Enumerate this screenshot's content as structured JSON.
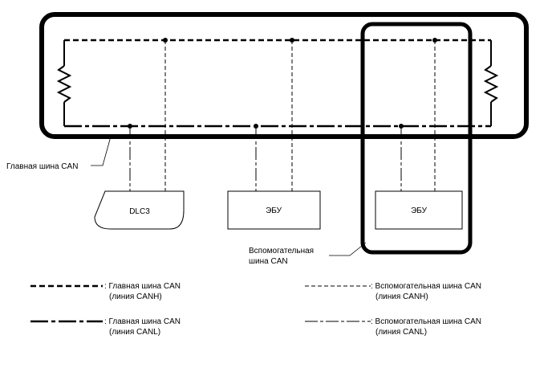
{
  "nodes": {
    "dlc3": "DLC3",
    "ecu_main": "ЭБУ",
    "ecu_sub": "ЭБУ"
  },
  "callouts": {
    "main_bus": "Главная шина CAN",
    "sub_bus_line1": "Вспомогательная",
    "sub_bus_line2": "шина CAN"
  },
  "legend": {
    "main_canh": {
      "line1": ": Главная шина CAN",
      "line2": "(линия CANH)"
    },
    "sub_canh": {
      "line1": ": Вспомогательная шина CAN",
      "line2": "(линия CANH)"
    },
    "main_canl": {
      "line1": ": Главная шина CAN",
      "line2": "(линия CANL)"
    },
    "sub_canl": {
      "line1": ": Вспомогательная шина CAN",
      "line2": "(линия CANL)"
    }
  }
}
